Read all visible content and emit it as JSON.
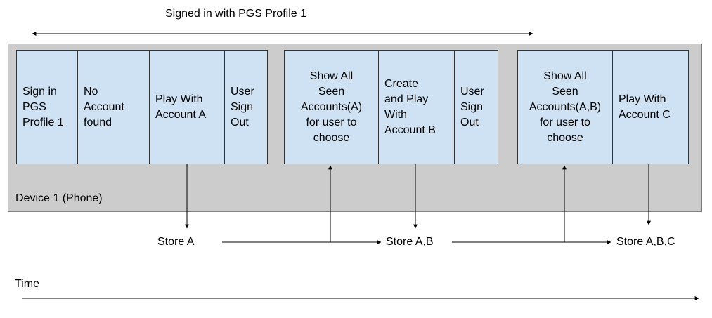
{
  "header": {
    "signed_in_label": "Signed in with PGS Profile 1"
  },
  "device": {
    "label": "Device 1 (Phone)"
  },
  "groups": [
    {
      "cells": [
        {
          "text": "Sign in\nPGS\nProfile 1"
        },
        {
          "text": "No\nAccount\nfound"
        },
        {
          "text": "Play With\nAccount A"
        },
        {
          "text": "User\nSign\nOut"
        }
      ]
    },
    {
      "cells": [
        {
          "text": "Show All\nSeen\nAccounts(A)\nfor user to\nchoose"
        },
        {
          "text": "Create\nand Play\nWith\nAccount B"
        },
        {
          "text": "User\nSign\nOut"
        }
      ]
    },
    {
      "cells": [
        {
          "text": "Show All\nSeen\nAccounts(A,B)\nfor user to\nchoose"
        },
        {
          "text": "Play With\nAccount C"
        }
      ]
    }
  ],
  "stores": [
    {
      "label": "Store A"
    },
    {
      "label": "Store A,B"
    },
    {
      "label": "Store A,B,C"
    }
  ],
  "timeline": {
    "label": "Time"
  }
}
